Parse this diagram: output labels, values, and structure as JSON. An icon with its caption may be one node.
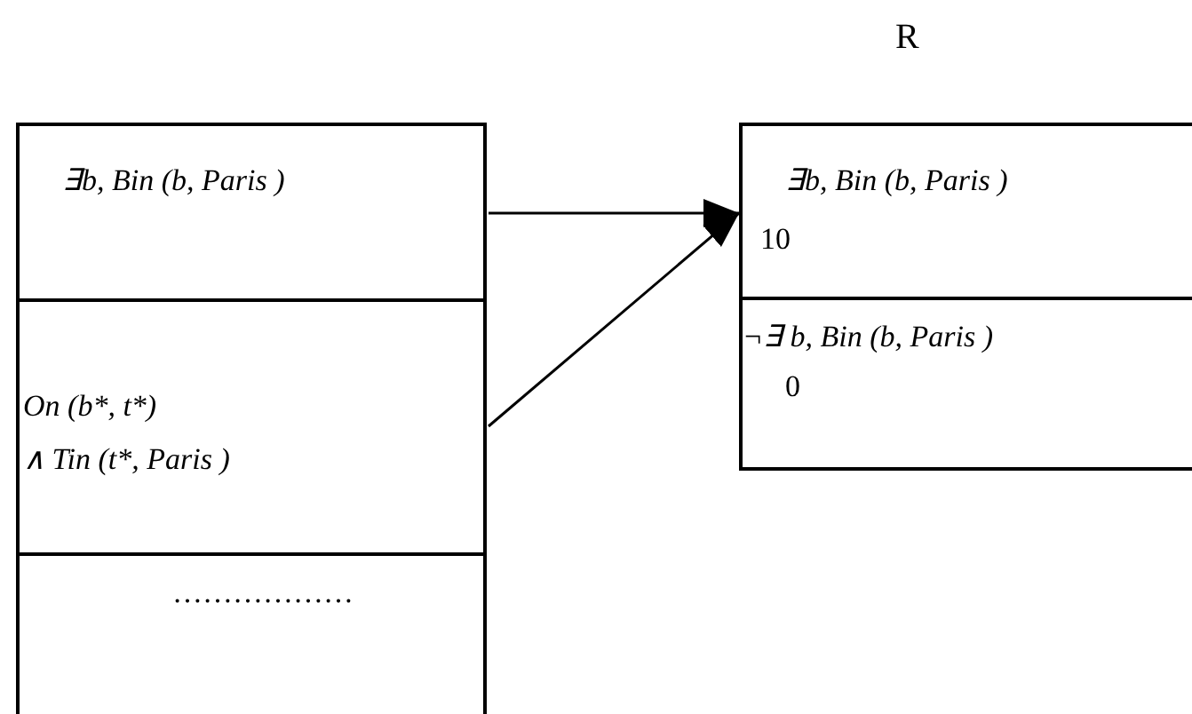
{
  "diagram": {
    "nodes": [
      {
        "text": [
          "∃b, Bin (b, Paris )"
        ]
      },
      {
        "text": [
          "On (b*, t*)",
          "∧ Tin (t*, Paris )"
        ]
      },
      {
        "text": [
          "………………"
        ]
      },
      {
        "text": [
          "∃b, Bin (b, Paris )",
          "10"
        ]
      },
      {
        "text": [
          "¬∃ b, Bin (b, Paris )",
          "0"
        ]
      }
    ],
    "edges": [
      {
        "from": 0,
        "to": 3,
        "arrow": "to"
      },
      {
        "from": 1,
        "to": 3,
        "arrow": "to"
      }
    ],
    "labels": [
      "R"
    ]
  }
}
